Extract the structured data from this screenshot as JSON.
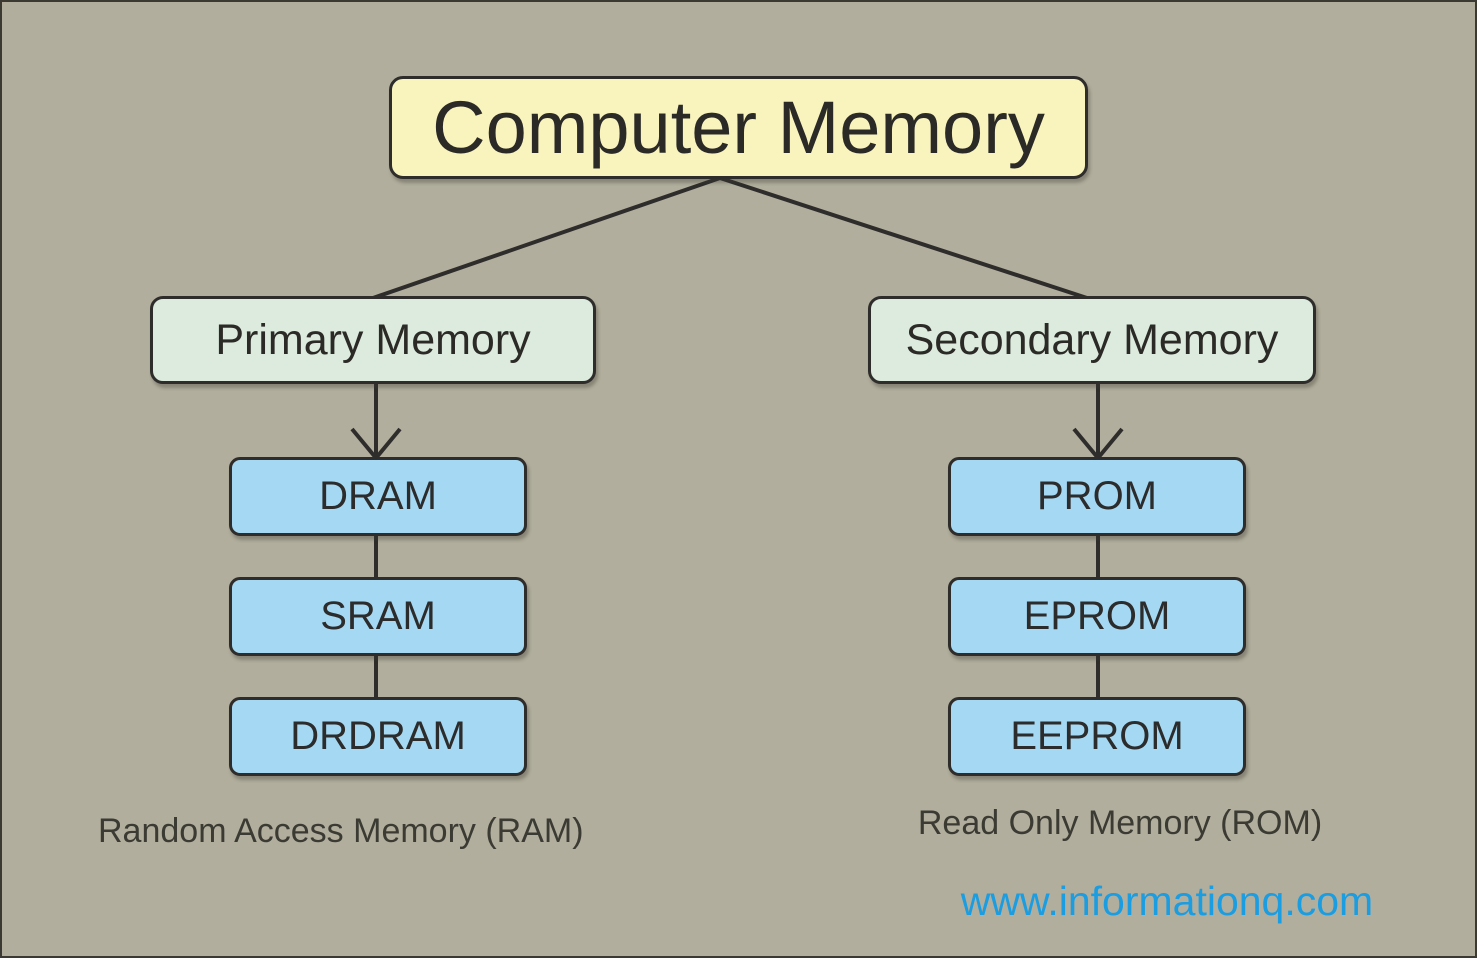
{
  "diagram": {
    "title": "Computer Memory",
    "branches": [
      {
        "label": "Primary Memory",
        "children": [
          "DRAM",
          "SRAM",
          "DRDRAM"
        ],
        "caption": "Random Access Memory (RAM)"
      },
      {
        "label": "Secondary Memory",
        "children": [
          "PROM",
          "EPROM",
          "EEPROM"
        ],
        "caption": "Read Only Memory (ROM)"
      }
    ],
    "watermark": "www.informationq.com",
    "colors": {
      "background": "#b1ae9d",
      "title_box_fill": "#f9f4be",
      "branch_box_fill": "#dcebdd",
      "node_box_fill": "#a5d9f3",
      "outline": "#2e2d2b",
      "caption_text": "#3b3b33",
      "watermark_blue": "#1b9de2"
    }
  }
}
